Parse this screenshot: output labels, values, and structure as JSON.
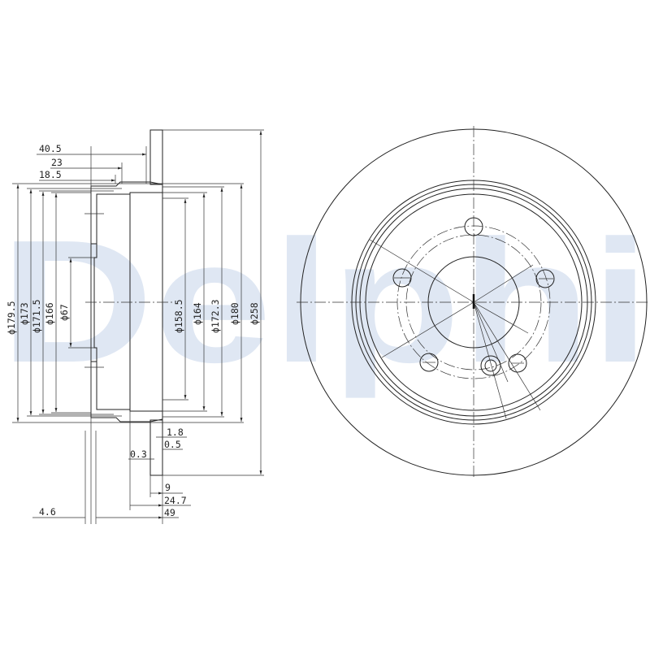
{
  "watermark": "Delphi",
  "colors": {
    "line": "#222222",
    "watermark": "#dfe7f3",
    "background": "#ffffff"
  },
  "side_view": {
    "diameters": [
      "ϕ179.5",
      "ϕ173",
      "ϕ171.5",
      "ϕ166",
      "ϕ67",
      "ϕ158.5",
      "ϕ164",
      "ϕ172.3",
      "ϕ180",
      "ϕ258"
    ],
    "top_dims": [
      "40.5",
      "23",
      "18.5"
    ],
    "bottom_dims": [
      "1.8",
      "0.5",
      "0.3",
      "9",
      "24.7",
      "49",
      "4.6"
    ]
  },
  "front_view": {
    "bolt_holes": 5
  }
}
